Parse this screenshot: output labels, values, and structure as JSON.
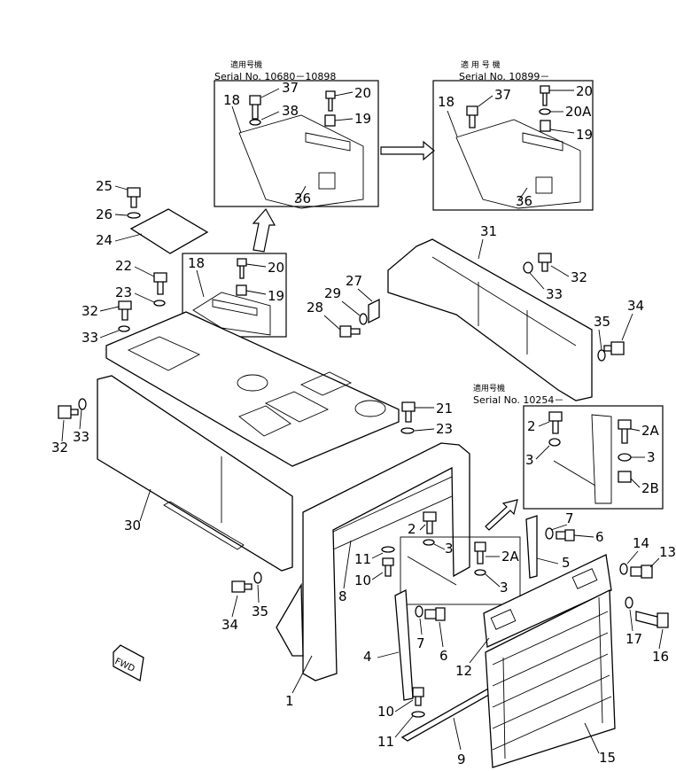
{
  "callouts": {
    "top_left_box": {
      "applicability": "適用号機",
      "serial": "Serial No. 10680－10898",
      "labels": [
        "37",
        "20",
        "18",
        "38",
        "19",
        "36"
      ]
    },
    "top_right_box": {
      "applicability": "適 用 号 機",
      "serial": "Serial No. 10899－",
      "labels": [
        "20",
        "37",
        "18",
        "20A",
        "19",
        "36"
      ]
    },
    "middle_box": {
      "labels": [
        "18",
        "20",
        "19"
      ]
    },
    "right_box": {
      "applicability": "適用号機",
      "serial": "Serial No. 10254－",
      "labels": [
        "2",
        "2A",
        "3",
        "3",
        "2B"
      ]
    }
  },
  "parts": {
    "p25": "25",
    "p26": "26",
    "p24": "24",
    "p22": "22",
    "p23a": "23",
    "p32a": "32",
    "p33a": "33",
    "p31": "31",
    "p32b": "32",
    "p33b": "33",
    "p34a": "34",
    "p35a": "35",
    "p27": "27",
    "p29": "29",
    "p28": "28",
    "p32c": "32",
    "p33c": "33",
    "p30": "30",
    "p21": "21",
    "p23b": "23",
    "p2": "2",
    "p2A": "2A",
    "p3a": "3",
    "p3b": "3",
    "p11a": "11",
    "p10a": "10",
    "p8": "8",
    "p7a": "7",
    "p6a": "6",
    "p5": "5",
    "p14": "14",
    "p13": "13",
    "p34b": "34",
    "p35b": "35",
    "p7b": "7",
    "p6b": "6",
    "p4": "4",
    "p12": "12",
    "p17": "17",
    "p16": "16",
    "p1": "1",
    "p10b": "10",
    "p11b": "11",
    "p9": "9",
    "p15": "15",
    "fwd": "FWD"
  }
}
